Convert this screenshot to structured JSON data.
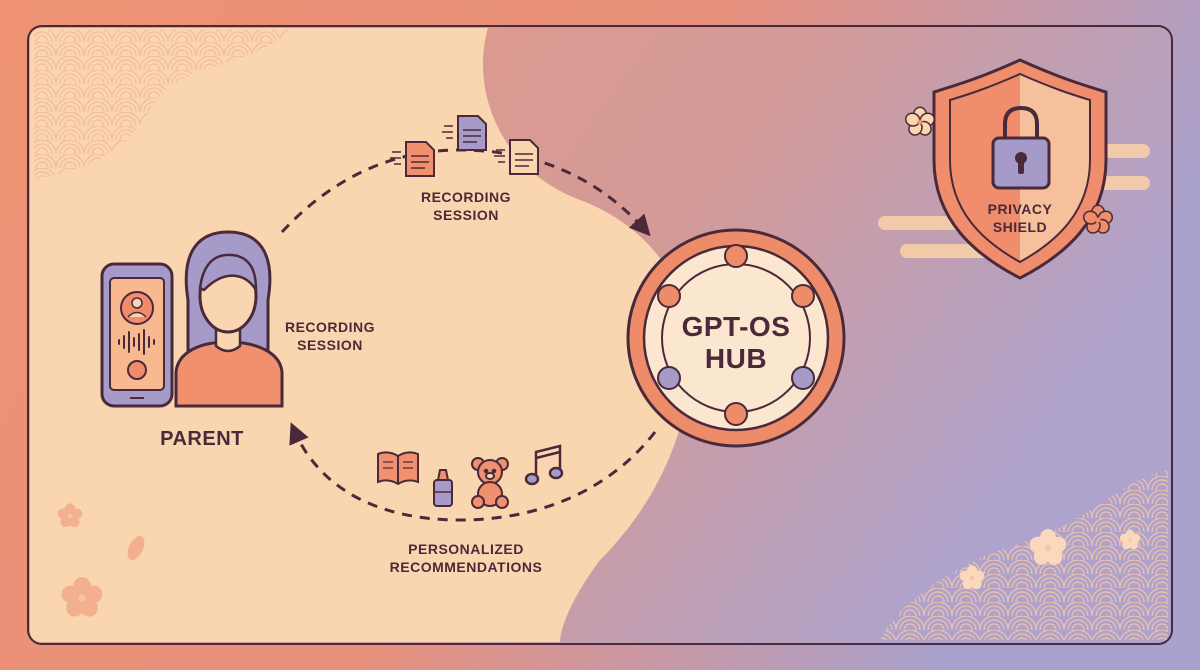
{
  "parent": {
    "label": "PARENT",
    "recording_label": [
      "RECORDING",
      "SESSION"
    ]
  },
  "flows": {
    "top_label": [
      "RECORDING",
      "SESSION"
    ],
    "bottom_label": [
      "PERSONALIZED",
      "RECOMMENDATIONS"
    ]
  },
  "hub": {
    "label": [
      "GPT-OS",
      "HUB"
    ]
  },
  "shield": {
    "label": [
      "PRIVACY",
      "SHIELD"
    ]
  },
  "colors": {
    "background_outer": "#f0a07c",
    "peach_area": "#fad9b4",
    "coral": "#e9866a",
    "lavender": "#a59ac8",
    "outline": "#4a2a3a",
    "shield_fill": "#f09a78"
  },
  "icons": [
    "phone-icon",
    "person-icon",
    "document-icon",
    "book-icon",
    "bottle-icon",
    "teddy-bear-icon",
    "music-note-icon",
    "lock-icon",
    "cherry-blossom-icon"
  ]
}
